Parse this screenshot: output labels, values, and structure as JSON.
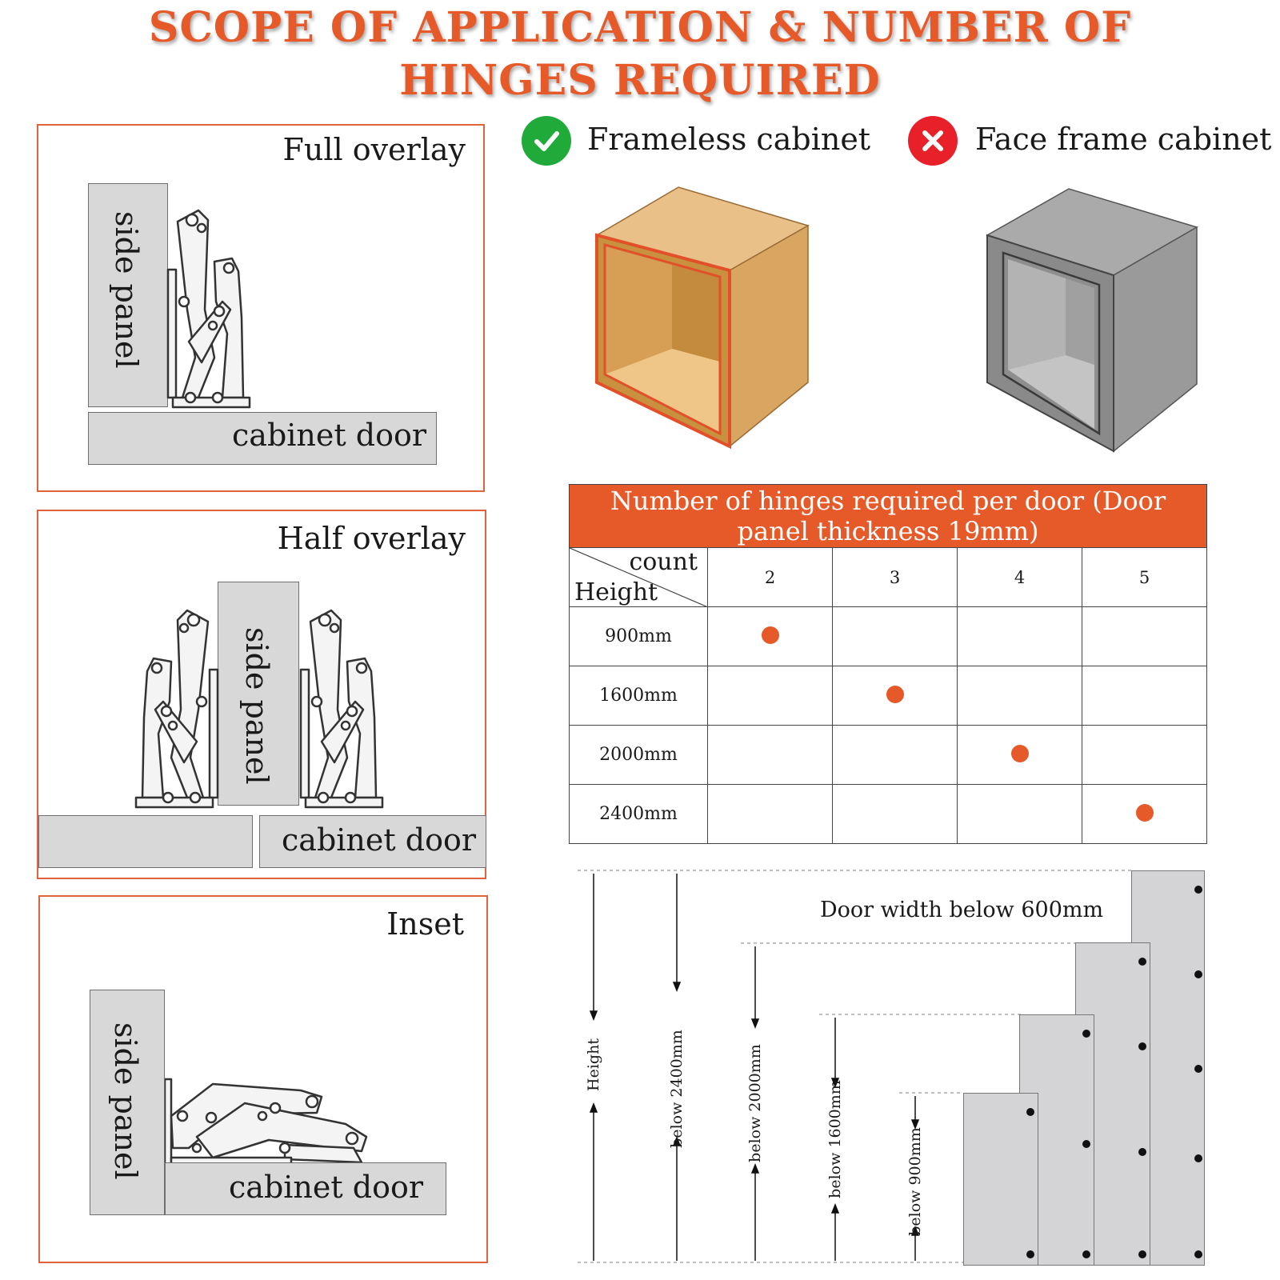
{
  "title": {
    "line1": "SCOPE OF APPLICATION & NUMBER OF",
    "line2": "HINGES REQUIRED"
  },
  "panels": [
    {
      "name": "Full overlay",
      "side": "side panel",
      "door": "cabinet door"
    },
    {
      "name": "Half overlay",
      "side": "side panel",
      "door": "cabinet door"
    },
    {
      "name": "Inset",
      "side": "side panel",
      "door": "cabinet door"
    }
  ],
  "cabinets": {
    "frameless": {
      "label": "Frameless cabinet",
      "status_icon": "check-icon",
      "color": "#1faa3a"
    },
    "face_frame": {
      "label": "Face frame cabinet",
      "status_icon": "cross-icon",
      "color": "#e8202a"
    }
  },
  "table": {
    "header": "Number of hinges required per door (Door panel thickness 19mm)",
    "corner_top": "count",
    "corner_bottom": "Height",
    "counts": [
      "2",
      "3",
      "4",
      "5"
    ],
    "rows": [
      {
        "height": "900mm",
        "count": "2"
      },
      {
        "height": "1600mm",
        "count": "3"
      },
      {
        "height": "2000mm",
        "count": "4"
      },
      {
        "height": "2400mm",
        "count": "5"
      }
    ],
    "accent": "#e65a2a"
  },
  "diagram": {
    "width_note": "Door width below 600mm",
    "height_label": "Height",
    "levels": [
      {
        "label": "below 2400mm",
        "hinges": 5
      },
      {
        "label": "below 2000mm",
        "hinges": 4
      },
      {
        "label": "below 1600mm",
        "hinges": 3
      },
      {
        "label": "below 900mm",
        "hinges": 2
      }
    ]
  }
}
